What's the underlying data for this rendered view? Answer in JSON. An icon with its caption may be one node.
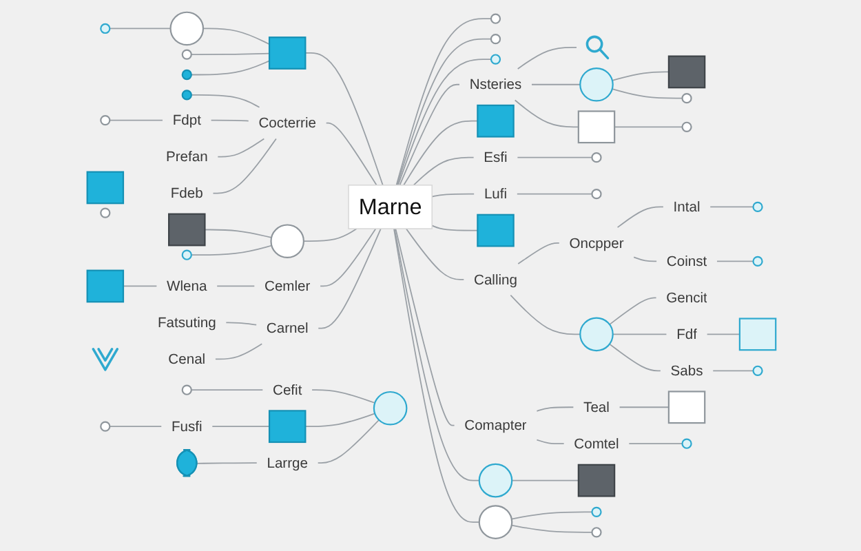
{
  "diagram": {
    "nodes": [
      {
        "text": [
          "Marne"
        ]
      },
      {
        "text": [],
        "shape": "box"
      },
      {
        "text": [],
        "shape": "circle"
      },
      {
        "text": [],
        "shape": "circle"
      },
      {
        "text": [],
        "shape": "circle"
      },
      {
        "text": [],
        "shape": "circle"
      },
      {
        "text": [
          "Cocterrie"
        ]
      },
      {
        "text": [],
        "shape": "circle"
      },
      {
        "text": [
          "Fdpt"
        ]
      },
      {
        "text": [],
        "shape": "circle"
      },
      {
        "text": [
          "Prefan"
        ]
      },
      {
        "text": [
          "Fdeb"
        ]
      },
      {
        "text": [],
        "shape": "box"
      },
      {
        "text": [],
        "shape": "circle"
      },
      {
        "text": [],
        "shape": "circle"
      },
      {
        "text": [],
        "shape": "circle"
      },
      {
        "text": [
          "Nsteries"
        ]
      },
      {
        "text": [],
        "shape": "picture"
      },
      {
        "text": [],
        "shape": "circle"
      },
      {
        "text": [],
        "shape": "box"
      },
      {
        "text": [],
        "shape": "circle"
      },
      {
        "text": [],
        "shape": "box"
      },
      {
        "text": [],
        "shape": "circle"
      },
      {
        "text": [],
        "shape": "box"
      },
      {
        "text": [
          "Esfi"
        ]
      },
      {
        "text": [],
        "shape": "circle"
      },
      {
        "text": [
          "Lufi"
        ]
      },
      {
        "text": [],
        "shape": "circle"
      },
      {
        "text": [],
        "shape": "box"
      },
      {
        "text": [
          "Calling"
        ]
      },
      {
        "text": [
          "Oncpper"
        ]
      },
      {
        "text": [
          "Intal"
        ]
      },
      {
        "text": [],
        "shape": "circle"
      },
      {
        "text": [
          "Coinst"
        ]
      },
      {
        "text": [],
        "shape": "circle"
      },
      {
        "text": [],
        "shape": "circle"
      },
      {
        "text": [
          "Gencit"
        ]
      },
      {
        "text": [
          "Fdf"
        ]
      },
      {
        "text": [],
        "shape": "box"
      },
      {
        "text": [
          "Sabs"
        ]
      },
      {
        "text": [],
        "shape": "circle"
      },
      {
        "text": [],
        "shape": "circle"
      },
      {
        "text": [
          "Comapter"
        ]
      },
      {
        "text": [
          "Teal"
        ]
      },
      {
        "text": [],
        "shape": "box"
      },
      {
        "text": [
          "Comtel"
        ]
      },
      {
        "text": [],
        "shape": "circle"
      },
      {
        "text": [],
        "shape": "circle"
      },
      {
        "text": [],
        "shape": "box"
      },
      {
        "text": [],
        "shape": "circle"
      },
      {
        "text": [],
        "shape": "circle"
      },
      {
        "text": [],
        "shape": "circle"
      },
      {
        "text": [],
        "shape": "circle"
      },
      {
        "text": [],
        "shape": "box"
      },
      {
        "text": [],
        "shape": "circle"
      },
      {
        "text": [
          "Cemler"
        ]
      },
      {
        "text": [
          "Wlena"
        ]
      },
      {
        "text": [],
        "shape": "box"
      },
      {
        "text": [
          "Carnel"
        ]
      },
      {
        "text": [
          "Fatsuting"
        ]
      },
      {
        "text": [
          "Cenal"
        ]
      },
      {
        "text": [],
        "shape": "picture"
      },
      {
        "text": [],
        "shape": "circle"
      },
      {
        "text": [
          "Cefit"
        ]
      },
      {
        "text": [],
        "shape": "circle"
      },
      {
        "text": [],
        "shape": "box"
      },
      {
        "text": [
          "Fusfi"
        ]
      },
      {
        "text": [],
        "shape": "circle"
      },
      {
        "text": [
          "Larrge"
        ]
      },
      {
        "text": [],
        "shape": "person"
      }
    ],
    "edges": [
      {
        "from": 1,
        "to": 0,
        "arrow": "none"
      },
      {
        "from": 2,
        "to": 1,
        "arrow": "none"
      },
      {
        "from": 3,
        "to": 2,
        "arrow": "none"
      },
      {
        "from": 4,
        "to": 1,
        "arrow": "none"
      },
      {
        "from": 5,
        "to": 1,
        "arrow": "none"
      },
      {
        "from": 6,
        "to": 0,
        "arrow": "none"
      },
      {
        "from": 7,
        "to": 6,
        "arrow": "none"
      },
      {
        "from": 8,
        "to": 6,
        "arrow": "none"
      },
      {
        "from": 9,
        "to": 8,
        "arrow": "none"
      },
      {
        "from": 10,
        "to": 6,
        "arrow": "none"
      },
      {
        "from": 11,
        "to": 6,
        "arrow": "none"
      },
      {
        "from": 0,
        "to": 13,
        "arrow": "none"
      },
      {
        "from": 0,
        "to": 14,
        "arrow": "none"
      },
      {
        "from": 0,
        "to": 15,
        "arrow": "none"
      },
      {
        "from": 0,
        "to": 16,
        "arrow": "none"
      },
      {
        "from": 16,
        "to": 17,
        "arrow": "none"
      },
      {
        "from": 16,
        "to": 18,
        "arrow": "none"
      },
      {
        "from": 18,
        "to": 19,
        "arrow": "none"
      },
      {
        "from": 18,
        "to": 20,
        "arrow": "none"
      },
      {
        "from": 16,
        "to": 21,
        "arrow": "none"
      },
      {
        "from": 21,
        "to": 22,
        "arrow": "none"
      },
      {
        "from": 0,
        "to": 23,
        "arrow": "none"
      },
      {
        "from": 0,
        "to": 24,
        "arrow": "none"
      },
      {
        "from": 24,
        "to": 25,
        "arrow": "none"
      },
      {
        "from": 0,
        "to": 26,
        "arrow": "none"
      },
      {
        "from": 26,
        "to": 27,
        "arrow": "none"
      },
      {
        "from": 0,
        "to": 28,
        "arrow": "none"
      },
      {
        "from": 0,
        "to": 29,
        "arrow": "none"
      },
      {
        "from": 29,
        "to": 30,
        "arrow": "none"
      },
      {
        "from": 30,
        "to": 31,
        "arrow": "none"
      },
      {
        "from": 31,
        "to": 32,
        "arrow": "none"
      },
      {
        "from": 30,
        "to": 33,
        "arrow": "none"
      },
      {
        "from": 33,
        "to": 34,
        "arrow": "none"
      },
      {
        "from": 29,
        "to": 35,
        "arrow": "none"
      },
      {
        "from": 35,
        "to": 36,
        "arrow": "none"
      },
      {
        "from": 35,
        "to": 37,
        "arrow": "none"
      },
      {
        "from": 37,
        "to": 38,
        "arrow": "none"
      },
      {
        "from": 35,
        "to": 39,
        "arrow": "none"
      },
      {
        "from": 39,
        "to": 40,
        "arrow": "none"
      },
      {
        "from": 0,
        "to": 42,
        "arrow": "none"
      },
      {
        "from": 42,
        "to": 43,
        "arrow": "none"
      },
      {
        "from": 43,
        "to": 44,
        "arrow": "none"
      },
      {
        "from": 42,
        "to": 45,
        "arrow": "none"
      },
      {
        "from": 45,
        "to": 46,
        "arrow": "none"
      },
      {
        "from": 0,
        "to": 47,
        "arrow": "none"
      },
      {
        "from": 47,
        "to": 48,
        "arrow": "none"
      },
      {
        "from": 0,
        "to": 49,
        "arrow": "none"
      },
      {
        "from": 49,
        "to": 50,
        "arrow": "none"
      },
      {
        "from": 49,
        "to": 51,
        "arrow": "none"
      },
      {
        "from": 52,
        "to": 0,
        "arrow": "none"
      },
      {
        "from": 53,
        "to": 52,
        "arrow": "none"
      },
      {
        "from": 54,
        "to": 52,
        "arrow": "none"
      },
      {
        "from": 55,
        "to": 0,
        "arrow": "none"
      },
      {
        "from": 56,
        "to": 55,
        "arrow": "none"
      },
      {
        "from": 57,
        "to": 56,
        "arrow": "none"
      },
      {
        "from": 58,
        "to": 0,
        "arrow": "none"
      },
      {
        "from": 59,
        "to": 58,
        "arrow": "none"
      },
      {
        "from": 60,
        "to": 58,
        "arrow": "none"
      },
      {
        "from": 63,
        "to": 62,
        "arrow": "none"
      },
      {
        "from": 64,
        "to": 63,
        "arrow": "none"
      },
      {
        "from": 65,
        "to": 62,
        "arrow": "none"
      },
      {
        "from": 66,
        "to": 65,
        "arrow": "none"
      },
      {
        "from": 67,
        "to": 66,
        "arrow": "none"
      },
      {
        "from": 68,
        "to": 62,
        "arrow": "none"
      },
      {
        "from": 69,
        "to": 68,
        "arrow": "none"
      }
    ]
  }
}
